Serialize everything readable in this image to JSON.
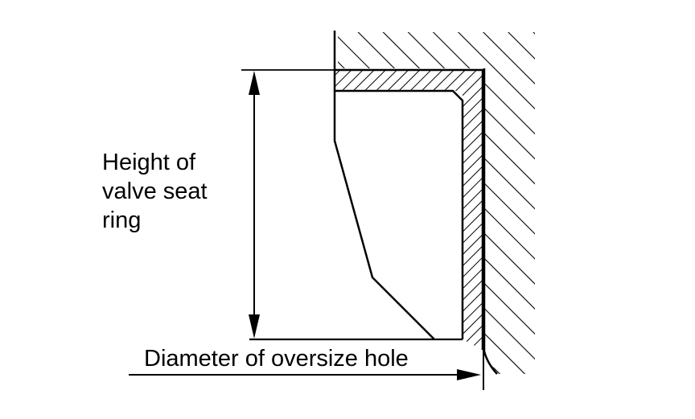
{
  "labels": {
    "height_line1": "Height of",
    "height_line2": "valve seat",
    "height_line3": "ring",
    "diameter": "Diameter of oversize hole"
  },
  "colors": {
    "ink": "#000000",
    "background": "#ffffff"
  }
}
